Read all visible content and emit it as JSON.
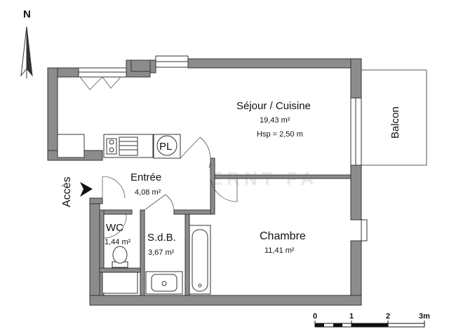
{
  "north_label": "N",
  "watermark": "ERNT  FA",
  "rooms": {
    "sejour": {
      "name": "Séjour / Cuisine",
      "area": "19,43 m²",
      "ceiling": "Hsp = 2,50 m"
    },
    "balcon": {
      "name": "Balcon"
    },
    "entree": {
      "name": "Entrée",
      "area": "4,08 m²"
    },
    "chambre": {
      "name": "Chambre",
      "area": "11,41 m²"
    },
    "wc": {
      "name": "WC",
      "area": "1,44 m²"
    },
    "sdb": {
      "name": "S.d.B.",
      "area": "3,67 m²"
    },
    "placard": {
      "name": "PL"
    }
  },
  "access": {
    "label": "Accès"
  },
  "scale": {
    "ticks": [
      "0",
      "1",
      "2",
      "3m"
    ]
  },
  "colors": {
    "wall": "#8c8c8c",
    "outline": "#333333",
    "line": "#555555"
  }
}
